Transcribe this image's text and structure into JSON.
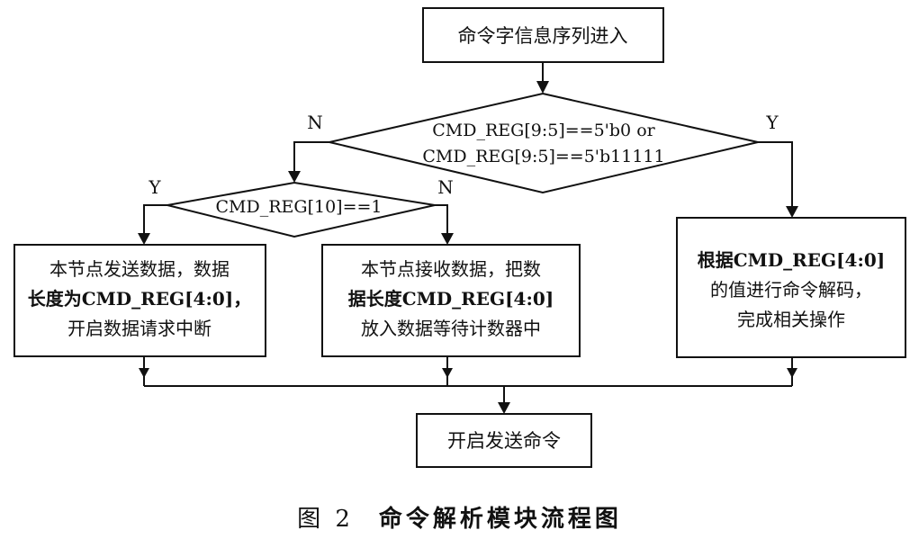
{
  "diagram": {
    "start_box": "命令字信息序列进入",
    "decision_main": {
      "line1": "CMD_REG[9:5]==5'b0 or",
      "line2": "CMD_REG[9:5]==5'b11111",
      "no_label": "N",
      "yes_label": "Y"
    },
    "decision_sub": {
      "text": "CMD_REG[10]==1",
      "yes_label": "Y",
      "no_label": "N"
    },
    "box_send": {
      "line1": "本节点发送数据，数据",
      "line2": "长度为CMD_REG[4:0]，",
      "line3": "开启数据请求中断"
    },
    "box_receive": {
      "line1": "本节点接收数据，把数",
      "line2": "据长度CMD_REG[4:0]",
      "line3": "放入数据等待计数器中"
    },
    "box_decode": {
      "line1": "根据CMD_REG[4:0]",
      "line2": "的值进行命令解码，",
      "line3": "完成相关操作"
    },
    "end_box": "开启发送命令"
  },
  "caption": {
    "number": "图 2",
    "title": "命令解析模块流程图"
  }
}
